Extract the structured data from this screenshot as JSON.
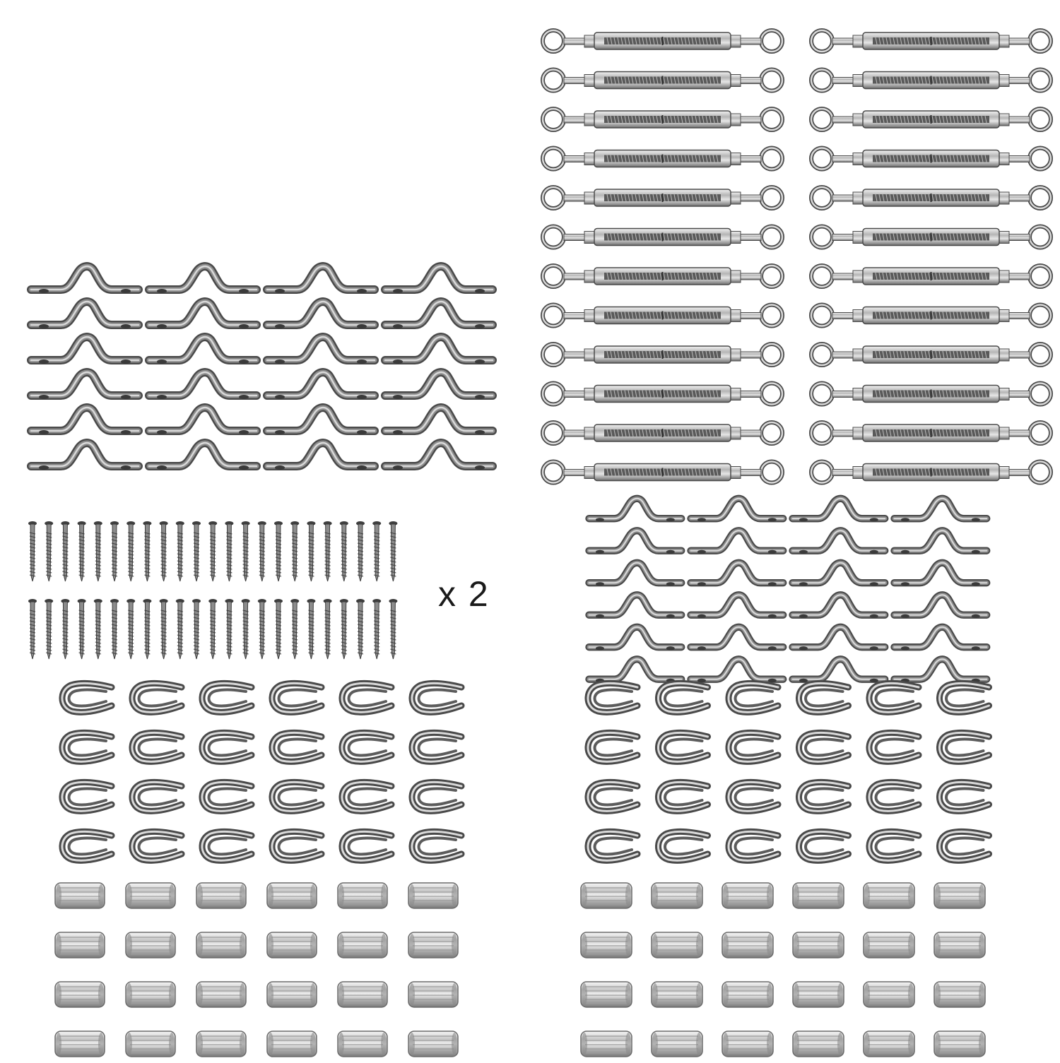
{
  "caption": {
    "multiplier": "x 2"
  },
  "items": {
    "turnbuckles": {
      "icon": "turnbuckle-icon",
      "columns": 2,
      "rows": 12
    },
    "pad_eyes": {
      "icon": "pad-eye-icon",
      "groups": 2,
      "columns": 4,
      "rows": 6
    },
    "screws": {
      "icon": "screw-icon",
      "rows": 2,
      "per_row": 23
    },
    "thimbles": {
      "icon": "thimble-icon",
      "groups": 2,
      "columns": 6,
      "rows": 4
    },
    "ferrules": {
      "icon": "ferrule-icon",
      "groups": 2,
      "columns": 6,
      "rows": 4
    }
  },
  "colors": {
    "metal_dark": "#4a4a4a",
    "metal_mid": "#8c8c8c",
    "metal_light": "#d9d9d9",
    "background": "#ffffff"
  }
}
